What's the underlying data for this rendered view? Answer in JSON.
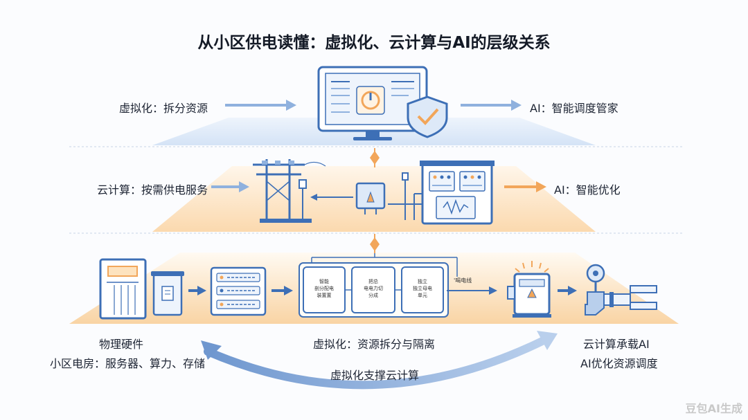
{
  "title": "从小区供电读懂：虚拟化、云计算与AI的层级关系",
  "top_tier": {
    "left_label": "虚拟化：拆分资源",
    "right_label": "AI：智能调度管家"
  },
  "middle_tier": {
    "left_label": "云计算：按需供电服务",
    "right_label": "AI：智能优化"
  },
  "bottom_tier": {
    "box1": "智能\n剖分配电\n装置置",
    "box2": "把总\n电电力切\n分成",
    "box3": "独立\n独立母电\n单元",
    "small_note": "'喝电线",
    "left_caption_1": "物理硬件",
    "left_caption_2": "小区电房：服务器、算力、存储",
    "center_caption": "虚拟化：资源拆分与隔离",
    "right_caption_1": "云计算承载AI",
    "right_caption_2": "AI优化资源调度",
    "cycle_label": "虚拟化支撑云计算"
  },
  "watermark": "豆包AI生成",
  "colors": {
    "blue": "#3d6fb6",
    "light_blue": "#8fb1de",
    "orange": "#f2a65a",
    "tier_fill": "#fdebd6"
  }
}
